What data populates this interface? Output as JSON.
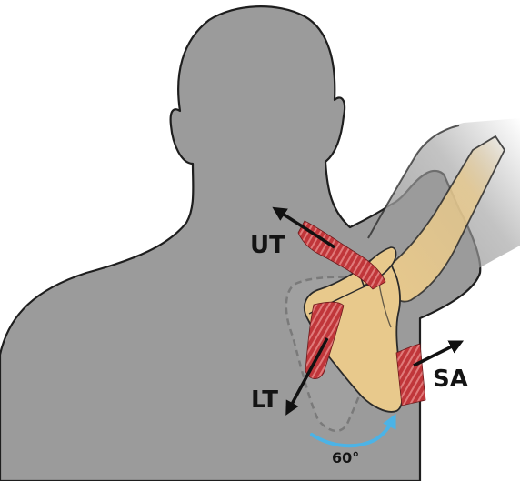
{
  "labels": {
    "upper_trapezius": "UT",
    "lower_trapezius": "LT",
    "serratus_anterior": "SA",
    "rotation_angle": "60°"
  },
  "colors": {
    "skin": "#9b9b9b",
    "outline": "#1e1e1e",
    "bone": "#e8c98c",
    "bone_outline": "#2a2a2a",
    "muscle": "#c0363a",
    "muscle_light": "#e07a7a",
    "rotation_arrow": "#4cb3e6",
    "force_arrow": "#111111"
  }
}
